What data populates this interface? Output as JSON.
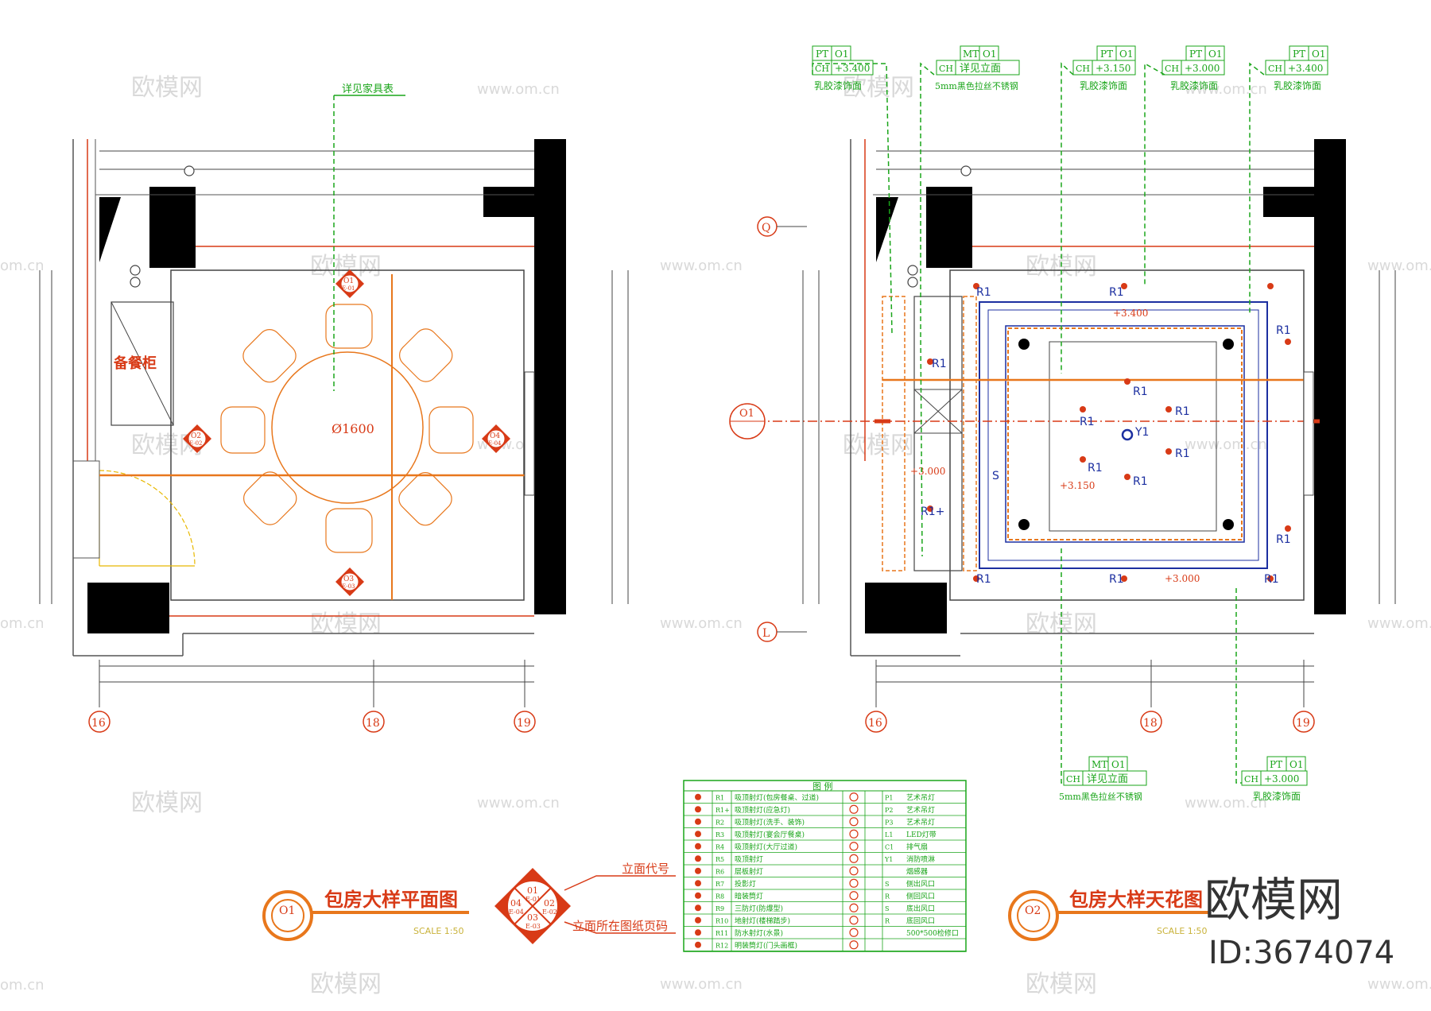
{
  "colors": {
    "wall": "#000000",
    "orange": "#e8771c",
    "red": "#d83a16",
    "green": "#1aa51a",
    "blue": "#1c2fa0",
    "yellow": "#c9b23a",
    "watermark": "#d9d9d9"
  },
  "plan": {
    "furniture_note": "详见家具表",
    "sideboard_label": "备餐柜",
    "table_diameter": "Ø1600",
    "elev_tags": [
      {
        "num": "O1",
        "ref": "E-01"
      },
      {
        "num": "O2",
        "ref": "E-02"
      },
      {
        "num": "O3",
        "ref": "E-03"
      },
      {
        "num": "O4",
        "ref": "E-04"
      }
    ],
    "title": "包房大样平面图",
    "title_num": "O1",
    "title_sub": "SCALE 1:50",
    "grid_labels": [
      "16",
      "18",
      "19"
    ]
  },
  "ceiling": {
    "tags_top": [
      {
        "code_a": "PT",
        "code_b": "O1",
        "ch": "CH",
        "value": "+3.400",
        "note": "乳胶漆饰面"
      },
      {
        "code_a": "MT",
        "code_b": "O1",
        "ch": "CH",
        "value": "详见立面",
        "note": "5mm黑色拉丝不锈钢"
      },
      {
        "code_a": "PT",
        "code_b": "O1",
        "ch": "CH",
        "value": "+3.150",
        "note": "乳胶漆饰面"
      },
      {
        "code_a": "PT",
        "code_b": "O1",
        "ch": "CH",
        "value": "+3.000",
        "note": "乳胶漆饰面"
      },
      {
        "code_a": "PT",
        "code_b": "O1",
        "ch": "CH",
        "value": "+3.400",
        "note": "乳胶漆饰面"
      }
    ],
    "tags_bottom": [
      {
        "code_a": "MT",
        "code_b": "O1",
        "ch": "CH",
        "value": "详见立面",
        "note": "5mm黑色拉丝不锈钢"
      },
      {
        "code_a": "PT",
        "code_b": "O1",
        "ch": "CH",
        "value": "+3.000",
        "note": "乳胶漆饰面"
      }
    ],
    "axis_q": "Q",
    "axis_l": "L",
    "section_num": "O1",
    "levels": [
      "+3.400",
      "+3.000",
      "+3.150",
      "+3.000"
    ],
    "r1": "R1",
    "r1plus": "R1+",
    "y1": "Y1",
    "s": "S",
    "title": "包房大样天花图",
    "title_num": "O2",
    "title_sub": "SCALE 1:50",
    "grid_labels": [
      "16",
      "18",
      "19"
    ]
  },
  "index_symbol": {
    "top": "01",
    "top_ref": "E-01",
    "left": "04",
    "left_ref": "E-04",
    "right": "02",
    "right_ref": "E-02",
    "bottom": "03",
    "bottom_ref": "E-03",
    "label_code": "立面代号",
    "label_page": "立面所在图纸页码"
  },
  "legend": {
    "title": "图 例",
    "rows": [
      {
        "c1": "R1",
        "d1": "吸顶射灯(包房餐桌、过道)",
        "c2": "P1",
        "d2": "艺术吊灯"
      },
      {
        "c1": "R1+",
        "d1": "吸顶射灯(应急灯)",
        "c2": "P2",
        "d2": "艺术吊灯"
      },
      {
        "c1": "R2",
        "d1": "吸顶射灯(洗手、装饰)",
        "c2": "P3",
        "d2": "艺术吊灯"
      },
      {
        "c1": "R3",
        "d1": "吸顶射灯(宴会厅餐桌)",
        "c2": "L1",
        "d2": "LED灯带"
      },
      {
        "c1": "R4",
        "d1": "吸顶射灯(大厅过道)",
        "c2": "C1",
        "d2": "排气扇"
      },
      {
        "c1": "R5",
        "d1": "吸顶射灯",
        "c2": "Y1",
        "d2": "消防喷淋"
      },
      {
        "c1": "R6",
        "d1": "层板射灯",
        "c2": "",
        "d2": "烟感器"
      },
      {
        "c1": "R7",
        "d1": "投影灯",
        "c2": "S",
        "d2": "侧出风口"
      },
      {
        "c1": "R8",
        "d1": "暗装筒灯",
        "c2": "R",
        "d2": "侧回风口"
      },
      {
        "c1": "R9",
        "d1": "三防灯(防爆型)",
        "c2": "S",
        "d2": "底出风口"
      },
      {
        "c1": "R10",
        "d1": "地射灯(楼梯踏步)",
        "c2": "R",
        "d2": "底回风口"
      },
      {
        "c1": "R11",
        "d1": "防水射灯(水景)",
        "c2": "",
        "d2": "500*500检修口"
      },
      {
        "c1": "R12",
        "d1": "明装筒灯(门头画框)",
        "c2": "",
        "d2": ""
      }
    ]
  },
  "watermark": {
    "brand": "欧模网",
    "site": "www.om.cn",
    "site_short": "om.cn",
    "logo": "欧模网",
    "id": "ID:3674074"
  }
}
